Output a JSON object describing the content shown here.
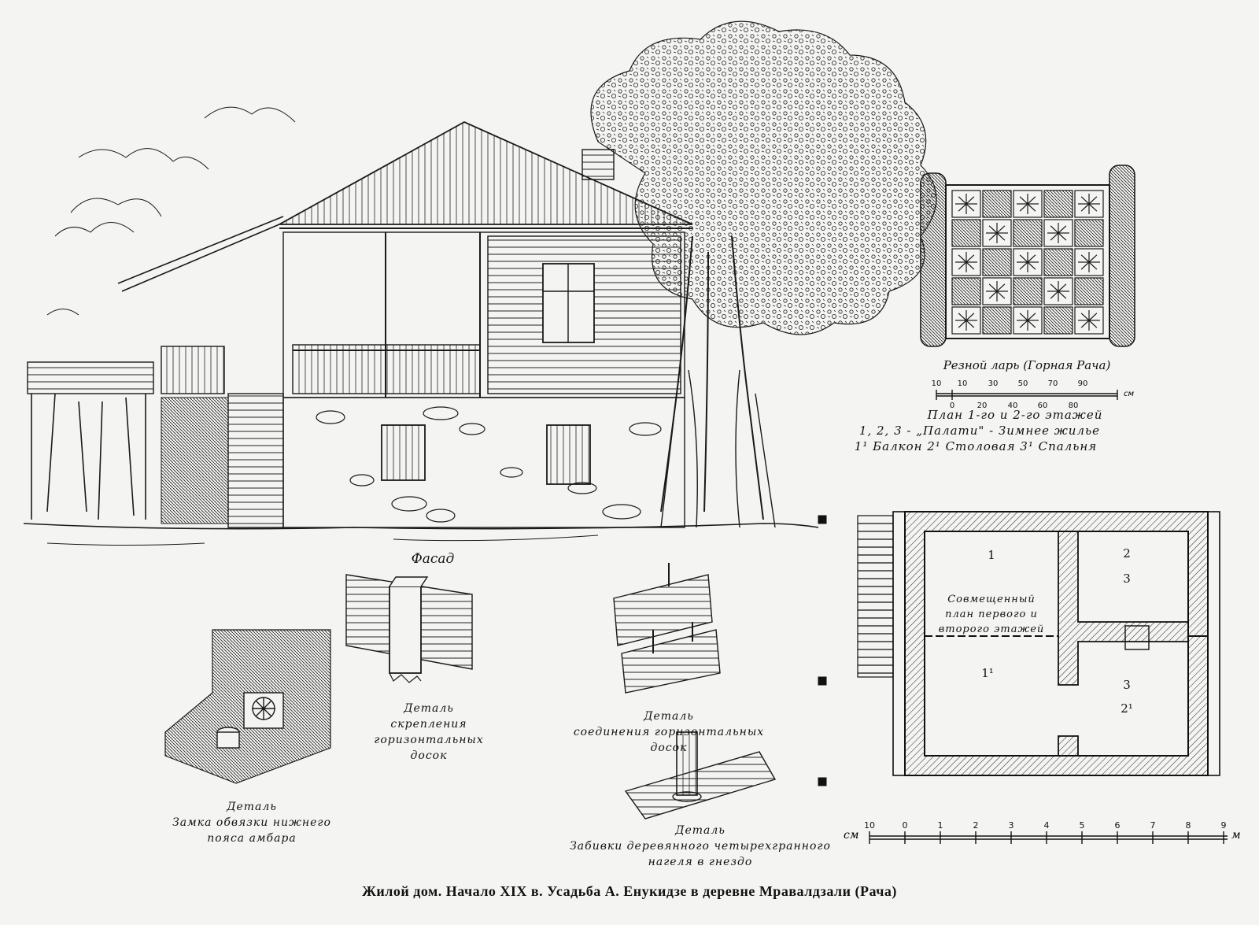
{
  "caption": "Жилой дом. Начало XIX в. Усадьба А. Енукидзе в деревне Мравалдзали (Рача)",
  "facade": {
    "label": "Фасад"
  },
  "chest": {
    "label": "Резной ларь (Горная Рача)",
    "scale_unit": "см",
    "scale_top": [
      "10",
      "10",
      "30",
      "50",
      "70",
      "90"
    ],
    "scale_bottom": [
      "0",
      "20",
      "40",
      "60",
      "80"
    ]
  },
  "plan_legend": {
    "line1": "План 1-го и 2-го этажей",
    "line2": "1, 2, 3 - „Палати\" - Зимнее жилье",
    "line3": "1¹ Балкон 2¹ Столовая 3¹ Спальня"
  },
  "floor_plan": {
    "title_lines": [
      "Совмещенный",
      "план первого и",
      "второго этажей"
    ],
    "room_labels": [
      "1",
      "2",
      "3",
      "1¹",
      "3",
      "2¹"
    ],
    "scale_unit_left": "см",
    "scale_unit_right": "м",
    "scale_ticks": [
      "10",
      "0",
      "1",
      "2",
      "3",
      "4",
      "5",
      "6",
      "7",
      "8",
      "9"
    ]
  },
  "details": {
    "d1": [
      "Деталь",
      "Замка обвязки нижнего",
      "пояса амбара"
    ],
    "d2": [
      "Деталь",
      "скрепления",
      "горизонтальных",
      "досок"
    ],
    "d3": [
      "Деталь",
      "соединения горизонтальных",
      "досок"
    ],
    "d4": [
      "Деталь",
      "Забивки деревянного четырехгранного",
      "нагеля в гнездо"
    ]
  }
}
